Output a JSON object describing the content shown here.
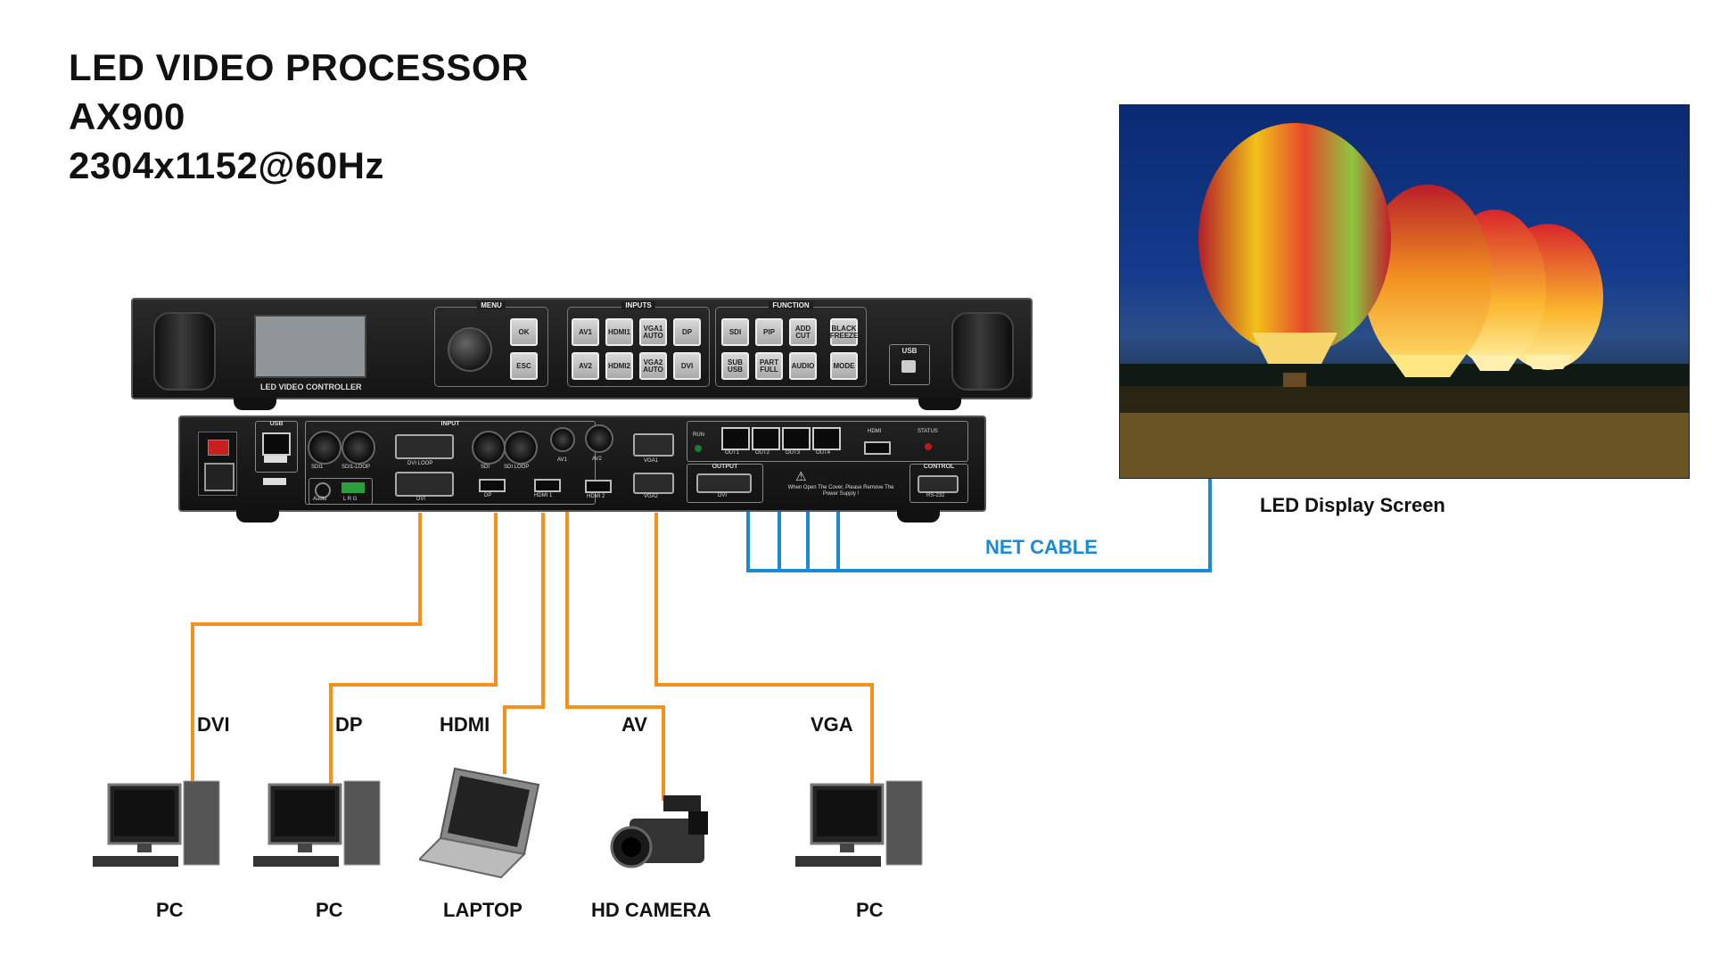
{
  "title": {
    "line1": "LED VIDEO PROCESSOR",
    "line2": "AX900",
    "line3": "2304x1152@60Hz"
  },
  "front_panel": {
    "model_label": "LED VIDEO CONTROLLER",
    "menu_title": "MENU",
    "menu_buttons": [
      "OK",
      "ESC"
    ],
    "inputs_title": "INPUTS",
    "input_buttons": [
      "AV1",
      "HDMI1",
      "VGA1 AUTO",
      "DP",
      "AV2",
      "HDMI2",
      "VGA2 AUTO",
      "DVI"
    ],
    "function_title": "FUNCTION",
    "function_buttons": [
      "SDI",
      "PIP",
      "ADD CUT",
      "BLACK FREEZE",
      "SUB USB",
      "PART FULL",
      "AUDIO",
      "MODE"
    ],
    "usb_label": "USB"
  },
  "rear_panel": {
    "usb_label": "USB",
    "input_title": "INPUT",
    "output_title": "OUTPUT",
    "control_title": "CONTROL",
    "port_labels": {
      "sdi1": "SDI1",
      "sdi1_loop": "SDI1-LOOP",
      "dvi_loop": "DVI LOOP",
      "dvi": "DVI",
      "sdi": "SDI",
      "sdi_loop": "SDI LOOP",
      "av1": "AV1",
      "av2": "AV2",
      "vga1": "VGA1",
      "vga2": "VGA2",
      "dp": "DP",
      "hdmi1": "HDMI 1",
      "hdmi2": "HDMI 2",
      "audio": "Audio",
      "lrg": "L R G",
      "run": "RUN",
      "hdmi": "HDMI",
      "status": "STATUS",
      "out1": "OUT1",
      "out2": "OUT2",
      "out3": "OUT3",
      "out4": "OUT4",
      "out_dvi": "DVI",
      "rs232": "RS-232",
      "warning": "When Open The Cover, Please Remove The Power Supply !"
    }
  },
  "display": {
    "caption": "LED Display Screen"
  },
  "cable": {
    "net_label": "NET CABLE",
    "net_color": "#1a8ad4",
    "signal_color": "#f5901e"
  },
  "connections": [
    {
      "signal": "DVI",
      "device": "PC",
      "icon": "pc-icon"
    },
    {
      "signal": "DP",
      "device": "PC",
      "icon": "pc-icon"
    },
    {
      "signal": "HDMI",
      "device": "LAPTOP",
      "icon": "laptop-icon"
    },
    {
      "signal": "AV",
      "device": "HD CAMERA",
      "icon": "camera-icon"
    },
    {
      "signal": "VGA",
      "device": "PC",
      "icon": "pc-icon"
    }
  ]
}
